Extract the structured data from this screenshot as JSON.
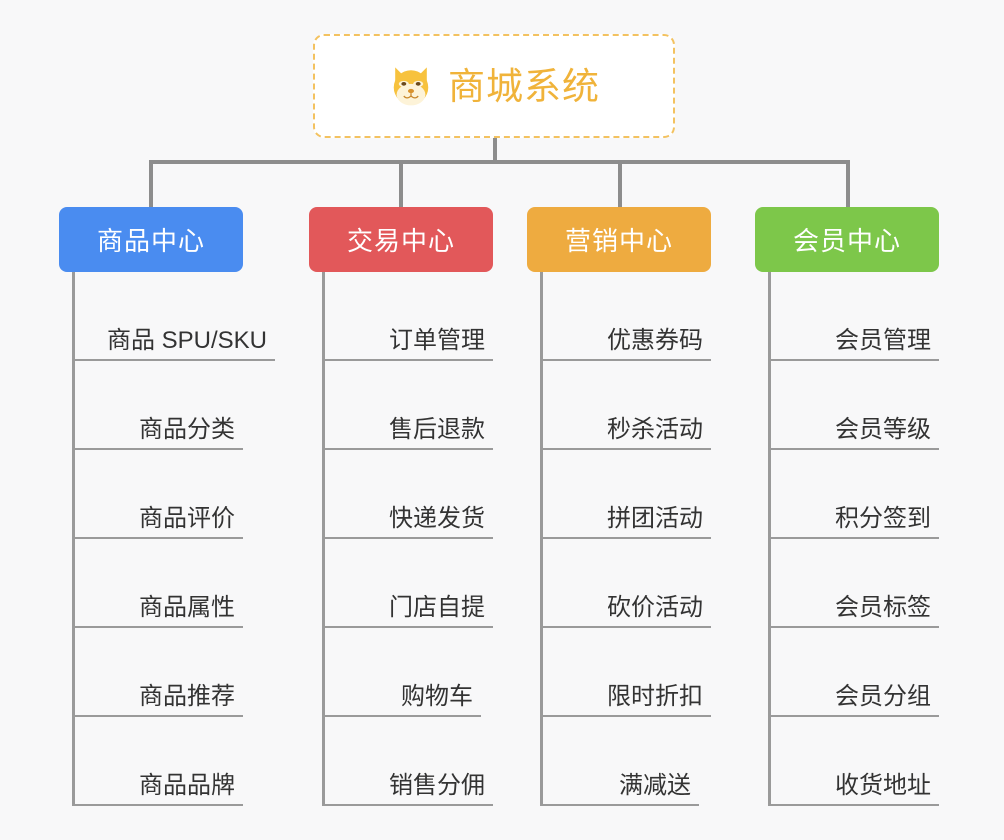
{
  "background_color": "#f8f8f9",
  "root": {
    "icon": "shiba-dog-face-icon",
    "label": "商城系统",
    "text_color": "#f0b33a",
    "border_color": "#f3c260"
  },
  "connector_color": "#8d8d8d",
  "leaf_line_color": "#9a9a9a",
  "leaf_text_color": "#333333",
  "columns": [
    {
      "title": "商品中心",
      "color": "#4a8cf0",
      "items": [
        "商品 SPU/SKU",
        "商品分类",
        "商品评价",
        "商品属性",
        "商品推荐",
        "商品品牌"
      ]
    },
    {
      "title": "交易中心",
      "color": "#e2585a",
      "items": [
        "订单管理",
        "售后退款",
        "快递发货",
        "门店自提",
        "购物车",
        "销售分佣"
      ]
    },
    {
      "title": "营销中心",
      "color": "#eeab40",
      "items": [
        "优惠券码",
        "秒杀活动",
        "拼团活动",
        "砍价活动",
        "限时折扣",
        "满减送"
      ]
    },
    {
      "title": "会员中心",
      "color": "#7dc74a",
      "items": [
        "会员管理",
        "会员等级",
        "积分签到",
        "会员标签",
        "会员分组",
        "收货地址"
      ]
    }
  ]
}
